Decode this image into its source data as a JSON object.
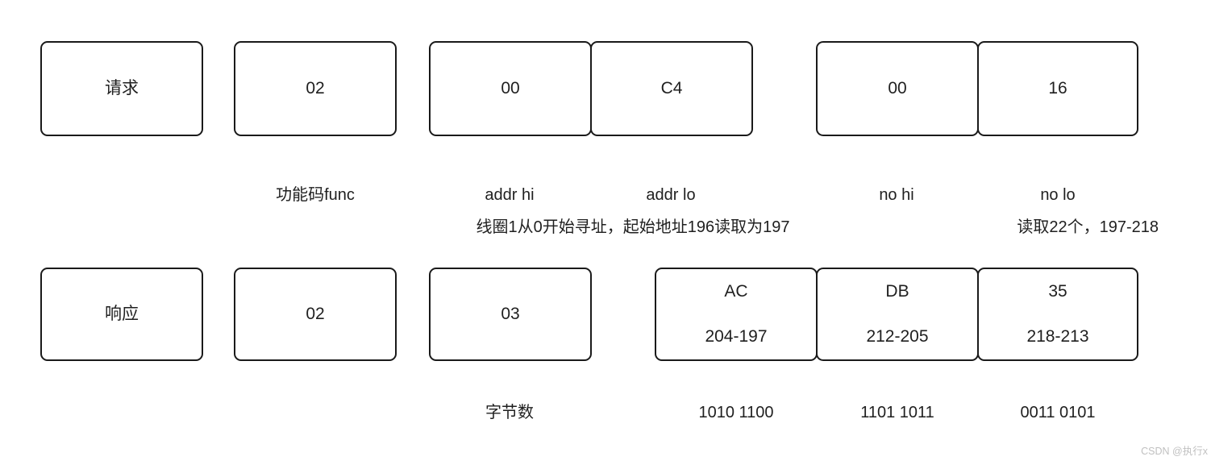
{
  "request": {
    "row_label": "请求",
    "bytes": {
      "func": "02",
      "addr_hi": "00",
      "addr_lo": "C4",
      "no_hi": "00",
      "no_lo": "16"
    },
    "labels": {
      "func": "功能码func",
      "addr_hi": "addr hi",
      "addr_lo": "addr lo",
      "no_hi": "no hi",
      "no_lo": "no lo"
    },
    "notes": {
      "addressing": "线圈1从0开始寻址，起始地址196读取为197",
      "count": "读取22个，197-218"
    }
  },
  "response": {
    "row_label": "响应",
    "bytes": {
      "func": "02",
      "byte_count": "03",
      "data1": {
        "value": "AC",
        "range": "204-197"
      },
      "data2": {
        "value": "DB",
        "range": "212-205"
      },
      "data3": {
        "value": "35",
        "range": "218-213"
      }
    },
    "labels": {
      "byte_count": "字节数",
      "data1_bits": "1010 1100",
      "data2_bits": "1101 1011",
      "data3_bits": "0011 0101"
    }
  },
  "watermark": "CSDN @执行x",
  "colors": {
    "background": "#ffffff",
    "border": "#1a1a1a",
    "text": "#1f1f1f",
    "watermark": "#c0c0c0"
  }
}
